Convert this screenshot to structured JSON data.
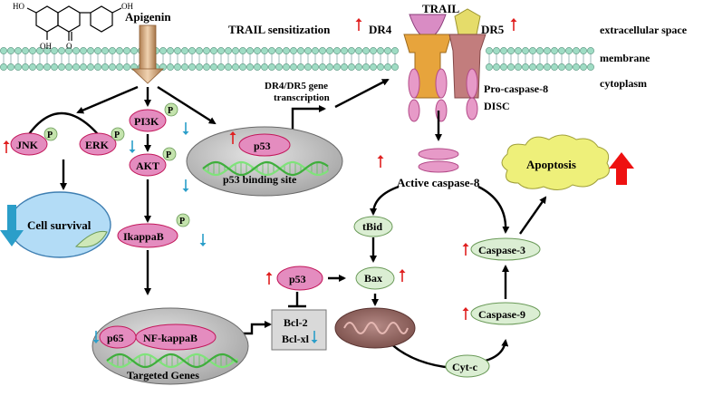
{
  "colors": {
    "membrane_head": "#9fdcc4",
    "pink_node": "#e48cbf",
    "pink_stroke": "#c2185b",
    "green_node": "#dbeed3",
    "green_stroke": "#6a9a58",
    "p_badge": "#c4e3ad",
    "up_arrow": "#e02020",
    "down_arrow": "#2b9ec9",
    "apoptosis_cloud": "#eef07a",
    "cell_survival": "#b3dcf6",
    "grey_ellipse": "#b8b8b8",
    "dna": "#7fe37a"
  },
  "compound": {
    "name": "Apigenin",
    "oh_top_left": "HO",
    "oh_right": "OH",
    "oh_bottom": "OH",
    "carbonyl": "O"
  },
  "membrane": {
    "trail_sensitization": "TRAIL sensitization",
    "trail": "TRAIL",
    "dr4": "DR4",
    "dr5": "DR5",
    "extracellular": "extracellular space",
    "membrane": "membrane",
    "cytoplasm": "cytoplasm"
  },
  "nodes": {
    "jnk": "JNK",
    "erk": "ERK",
    "pi3k": "PI3K",
    "akt": "AKT",
    "ikappab": "IkappaB",
    "p53": "p53",
    "p53_binding_site": "p53 binding site",
    "dr_transcription": "DR4/DR5 gene transcription",
    "procaspase8": "Pro-caspase-8",
    "disc": "DISC",
    "active_caspase8": "Active caspase-8",
    "apoptosis": "Apoptosis",
    "cell_survival": "Cell survival",
    "tbid": "tBid",
    "bax": "Bax",
    "p53_mid": "p53",
    "bcl2": "Bcl-2",
    "bclxl": "Bcl-xl",
    "caspase3": "Caspase-3",
    "caspase9": "Caspase-9",
    "cytc": "Cyt-c",
    "p65": "p65",
    "nfkappab": "NF-kappaB",
    "targeted_genes": "Targeted Genes",
    "phospho": "P"
  }
}
